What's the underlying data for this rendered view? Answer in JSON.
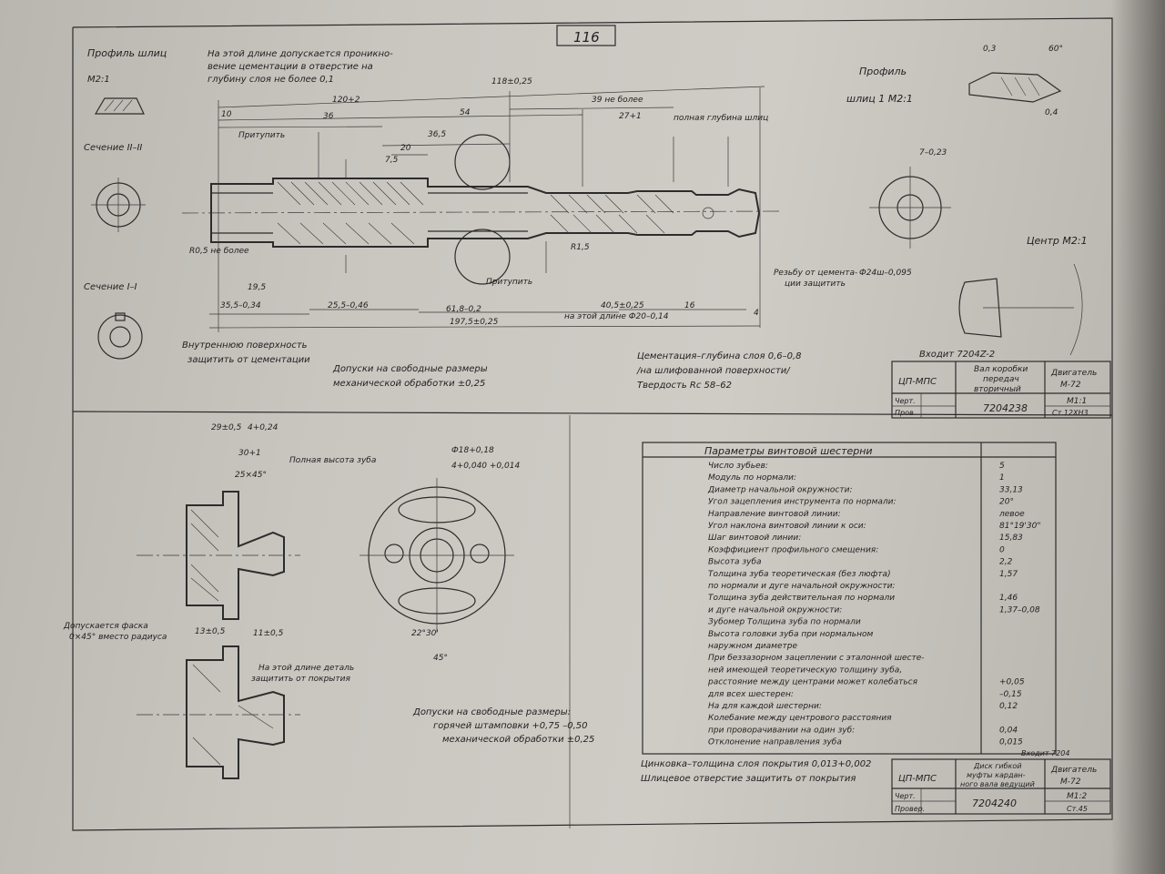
{
  "page_number": "116",
  "top": {
    "spline_profile_label": "Профиль шлиц",
    "spline_profile_scale": "М2:1",
    "note_centering": [
      "На этой длине допускается проникно-",
      "вение цементации в отверстие на",
      "глубину слоя не более 0,1"
    ],
    "section_II": "Сечение II–II",
    "section_I": "Сечение I–I",
    "grind": "Притупить",
    "grind2": "Притупить",
    "full_depth": "полная глубина шлиц",
    "thread_protect": [
      "Резьбу от цемента-",
      "ции защитить"
    ],
    "inner_surface": [
      "Внутреннюю поверхность",
      "защитить от цементации"
    ],
    "tol_free": [
      "Допуски на свободные размеры",
      "механической обработки ±0,25"
    ],
    "cementation": [
      "Цементация–глубина слоя 0,6–0,8",
      "/на шлифованной поверхности/",
      "Твердость Rc 58–62"
    ],
    "dims": {
      "d118": "118±0,25",
      "d120": "120+2",
      "d39": "39 не более",
      "d10": "10",
      "d36": "36",
      "d54": "54",
      "d27": "27+1",
      "d36_5": "36,5",
      "d20": "20",
      "d7_5": "7,5",
      "d19_5": "19,5",
      "d35_5": "35,5–0,34",
      "d25_5": "25,5–0,46",
      "d61_8": "61,8–0,2",
      "d40_5": "40,5±0,25",
      "d16": "16",
      "d197_5": "197,5±0,25",
      "d4": "4",
      "len_note": "на этой длине Ф20–0,14",
      "r0_5": "R0,5 не более",
      "r1_5": "R1,5"
    },
    "right_profile_label": "Профиль",
    "right_profile_scale": "шлиц 1 М2:1",
    "center_label": "Центр М2:1",
    "dim_24": "Ф24ш–0,095",
    "dim_7": "7–0,23",
    "dim_03": "0,3",
    "dim_60": "60°",
    "dim_04": "0,4",
    "part_enters": "Входит 7204Z-2",
    "title_block": {
      "org": "ЦП-МПС",
      "name": [
        "Вал коробки",
        "передач",
        "вторичный"
      ],
      "engine": [
        "Двигатель",
        "М-72"
      ],
      "code": "7204238",
      "scale": "М1:1",
      "material": "Ст.12ХН3",
      "role1": "Черт.",
      "role2": "Пров."
    }
  },
  "bottom": {
    "full_tooth": "Полная высота зуба",
    "chamfer_note": [
      "Допускается фаска",
      "0×45° вместо радиуса"
    ],
    "protect_note": [
      "На этой длине деталь",
      "защитить от покрытия"
    ],
    "tol_free": [
      "Допуски на свободные размеры:",
      "горячей штамповки +0,75 –0,50",
      "механической обработки ±0,25"
    ],
    "zinc": "Цинковка–толщина слоя покрытия 0,013+0,002",
    "spline_protect": "Шлицевое отверстие защитить от покрытия",
    "dims": {
      "d29": "29±0,5",
      "d4": "4+0,24",
      "d30": "30+1",
      "d25": "25×45°",
      "d13": "13±0,5",
      "d11": "11±0,5",
      "d45": "45°",
      "d22": "22°30'",
      "d18": "Ф18+0,18",
      "d4_0": "4+0,040 +0,014"
    },
    "params_title": "Параметры винтовой шестерни",
    "params": [
      {
        "label": "Число зубьев:",
        "value": "5"
      },
      {
        "label": "Модуль по нормали:",
        "value": "1"
      },
      {
        "label": "Диаметр начальной окружности:",
        "value": "33,13"
      },
      {
        "label": "Угол зацепления инструмента по нормали:",
        "value": "20°"
      },
      {
        "label": "Направление винтовой линии:",
        "value": "левое"
      },
      {
        "label": "Угол наклона винтовой линии к оси:",
        "value": "81°19'30\""
      },
      {
        "label": "Шаг винтовой линии:",
        "value": "15,83"
      },
      {
        "label": "Коэффициент профильного смещения:",
        "value": "0"
      },
      {
        "label": "Высота зуба",
        "value": "2,2"
      },
      {
        "label": "Толщина зуба теоретическая (без люфта)",
        "value": "1,57"
      },
      {
        "label": "по нормали и дуге начальной окружности:",
        "value": ""
      },
      {
        "label": "Толщина зуба действительная по нормали",
        "value": "1,46"
      },
      {
        "label": "и дуге начальной окружности:",
        "value": "1,37–0,08"
      },
      {
        "label": "Зубомер  Толщина зуба по нормали",
        "value": ""
      },
      {
        "label": "Высота головки зуба при нормальном",
        "value": ""
      },
      {
        "label": "наружном диаметре",
        "value": ""
      },
      {
        "label": "При беззазорном зацеплении с эталонной шесте-",
        "value": ""
      },
      {
        "label": "ней имеющей теоретическую толщину зуба,",
        "value": ""
      },
      {
        "label": "расстояние между центрами может колебаться",
        "value": "+0,05"
      },
      {
        "label": "для всех шестерен:",
        "value": "–0,15"
      },
      {
        "label": "На для каждой шестерни:",
        "value": "0,12"
      },
      {
        "label": "Колебание между центрового расстояния",
        "value": ""
      },
      {
        "label": "при проворачивании на один зуб:",
        "value": "0,04"
      },
      {
        "label": "Отклонение направления зуба",
        "value": "0,015"
      }
    ],
    "part_enters": "Входит 7204",
    "title_block": {
      "org": "ЦП-МПС",
      "name": [
        "Диск гибкой",
        "муфты кардан-",
        "ного вала ведущий"
      ],
      "engine": [
        "Двигатель",
        "М-72"
      ],
      "code": "7204240",
      "scale": "М1:2",
      "material": "Ст.45",
      "role1": "Черт.",
      "role2": "Провер."
    }
  }
}
